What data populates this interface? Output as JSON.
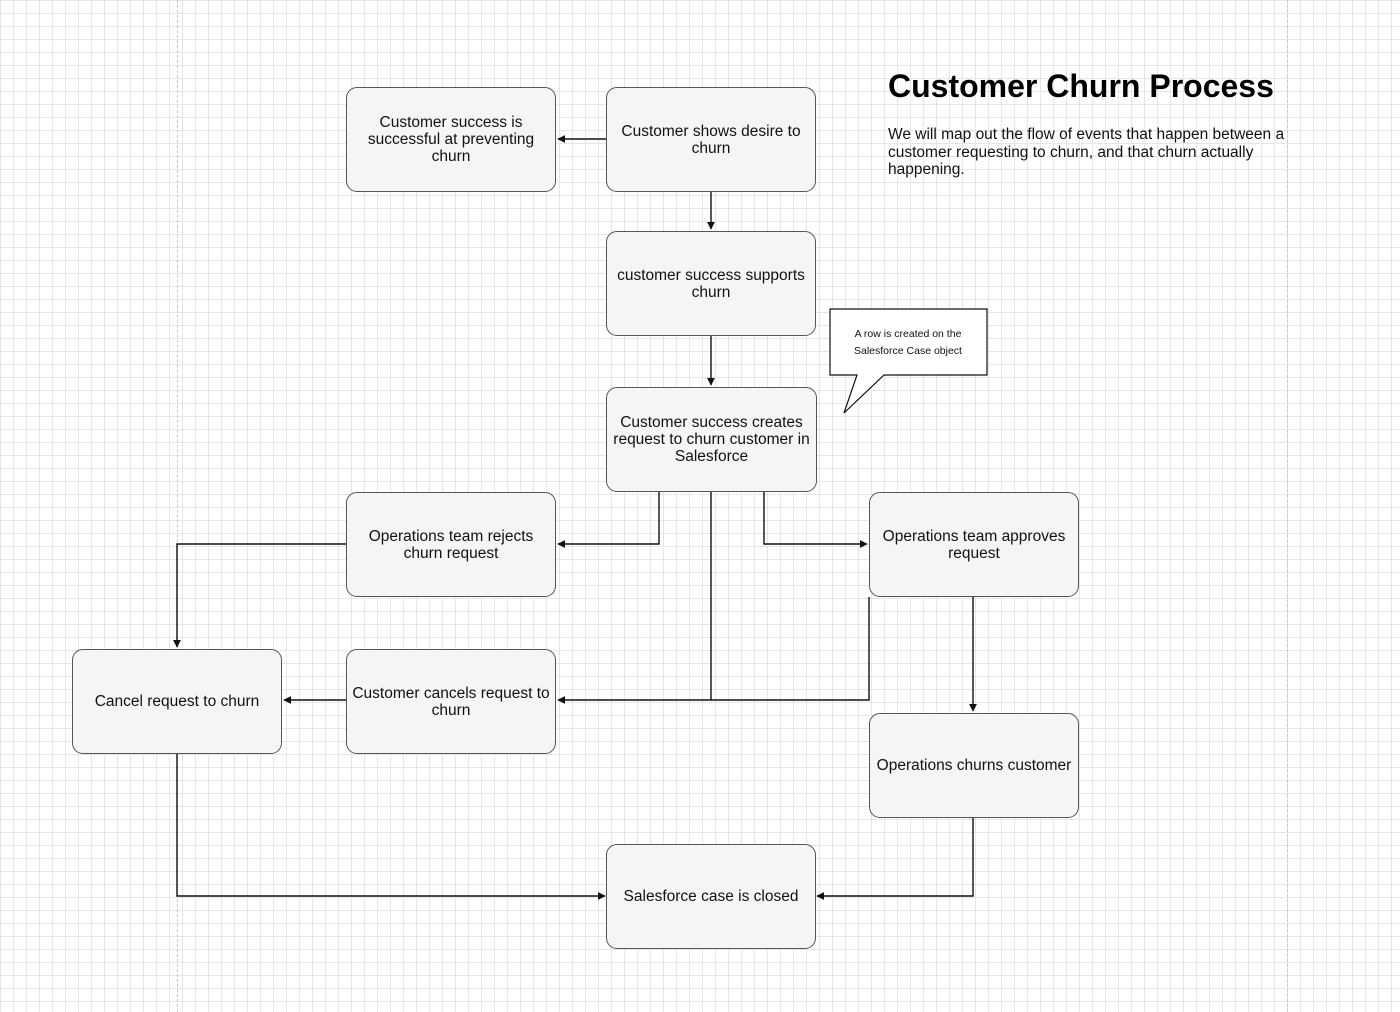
{
  "title": "Customer Churn Process",
  "description": "We will map out the flow of events that happen between a customer requesting to churn, and that churn actually happening.",
  "callout": {
    "text": "A row is created on the Salesforce Case object"
  },
  "nodes": {
    "desire": "Customer shows desire to churn",
    "prevent": "Customer success is successful at preventing churn",
    "supports": "customer success supports churn",
    "creates": "Customer success creates request to churn customer in Salesforce",
    "rejects": "Operations team rejects churn request",
    "approves": "Operations team approves request",
    "cancel": "Cancel request to churn",
    "cust_cancels": "Customer cancels request to churn",
    "churns": "Operations churns customer",
    "closed": "Salesforce case is closed"
  },
  "colors": {
    "node_fill": "#f5f5f5",
    "node_stroke": "#555555",
    "edge": "#111111",
    "grid": "#e6e6e6"
  }
}
